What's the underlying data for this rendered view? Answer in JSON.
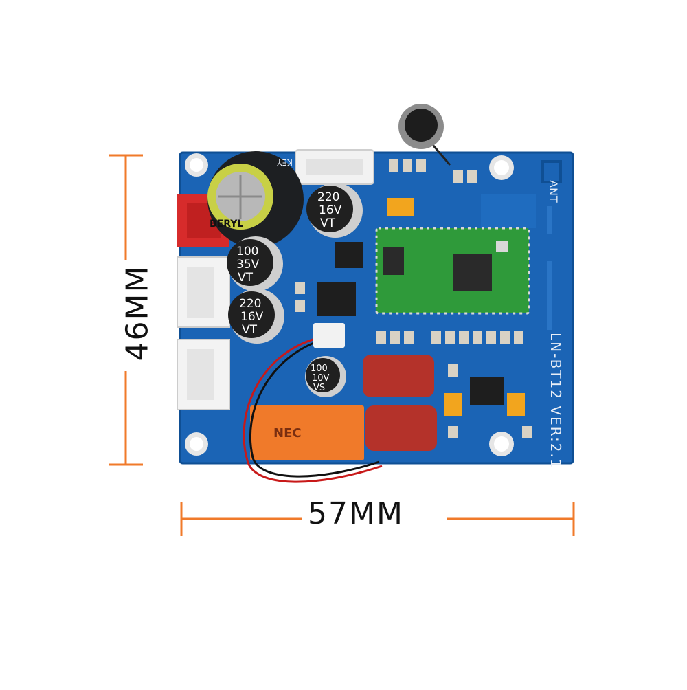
{
  "dimensions": {
    "width_label": "57MM",
    "height_label": "46MM",
    "line_color": "#f07a2a"
  },
  "board": {
    "model_text": "LN-BT12 VER:2.1",
    "antenna_label": "ANT",
    "key_label": "KEY",
    "pcb_color": "#1b64b5",
    "module_color": "#2f9a3a"
  },
  "components": {
    "cap_large": "BERYL",
    "cap_220_a": [
      "220",
      "16V",
      "VT"
    ],
    "cap_100_35": [
      "100",
      "35V",
      "VT"
    ],
    "cap_220_b": [
      "220",
      "16V",
      "VT"
    ],
    "cap_100_10": [
      "100",
      "10V",
      "VS"
    ],
    "relay_brand": "NEC"
  }
}
